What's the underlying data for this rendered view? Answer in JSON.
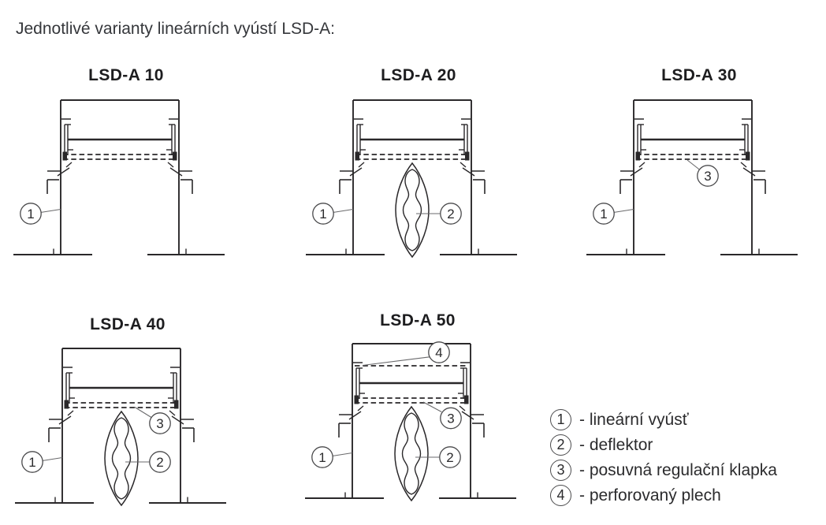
{
  "page": {
    "title": "Jednotlivé varianty lineárních vyústí LSD-A:"
  },
  "colors": {
    "line": "#2a282a",
    "leader": "#6a6a6c",
    "circle": "#4b4b4d",
    "number": "#2b2b2d",
    "heading": "#1d1d1f",
    "body_text": "#35373b"
  },
  "diagrams": [
    {
      "label": "LSD-A 10",
      "callouts": [
        "1"
      ],
      "features": {
        "deflector": false,
        "perforated_sheet": false,
        "damper": true
      }
    },
    {
      "label": "LSD-A 20",
      "callouts": [
        "1",
        "2"
      ],
      "features": {
        "deflector": true,
        "perforated_sheet": false,
        "damper": true
      }
    },
    {
      "label": "LSD-A 30",
      "callouts": [
        "1",
        "3"
      ],
      "features": {
        "deflector": false,
        "perforated_sheet": false,
        "damper": true
      }
    },
    {
      "label": "LSD-A 40",
      "callouts": [
        "1",
        "2",
        "3"
      ],
      "features": {
        "deflector": true,
        "perforated_sheet": false,
        "damper": true
      }
    },
    {
      "label": "LSD-A 50",
      "callouts": [
        "1",
        "2",
        "3",
        "4"
      ],
      "features": {
        "deflector": true,
        "perforated_sheet": true,
        "damper": true
      }
    }
  ],
  "legend": {
    "items": [
      {
        "n": "1",
        "label": "- lineární vyúsť"
      },
      {
        "n": "2",
        "label": "- deflektor"
      },
      {
        "n": "3",
        "label": "- posuvná regulační klapka"
      },
      {
        "n": "4",
        "label": "- perforovaný plech"
      }
    ]
  }
}
